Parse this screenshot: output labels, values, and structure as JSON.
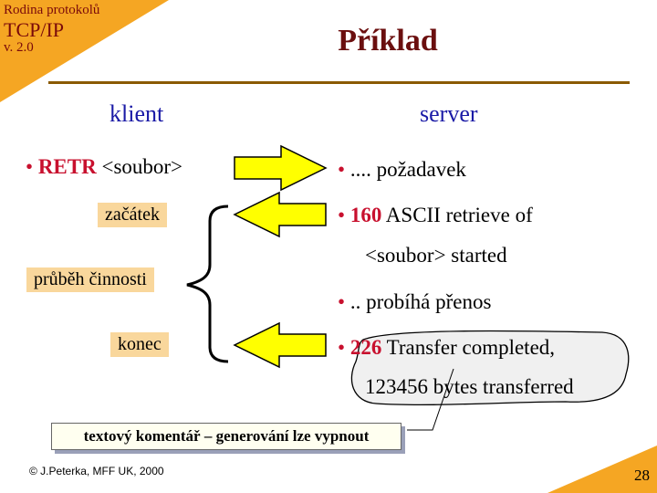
{
  "header": {
    "line1": "Rodina protokolů",
    "line2": "TCP/IP",
    "line3": "v. 2.0"
  },
  "title": "Příklad",
  "columns": {
    "left": "klient",
    "right": "server"
  },
  "client": {
    "bullet": "•",
    "cmd": "RETR",
    "arg": " <soubor>"
  },
  "labels": {
    "start": "začátek",
    "progress": "průběh činnosti",
    "end": "konec"
  },
  "server": {
    "bullet": "•",
    "line1": " .... požadavek",
    "line2_code": "160",
    "line2_text": " ASCII retrieve of",
    "line2b": "<soubor> started",
    "line3": ".. probíhá přenos",
    "line4_code": "226",
    "line4_text": " Transfer completed,",
    "line4b": "123456 bytes transferred"
  },
  "comment": "textový komentář – generování lze vypnout",
  "footer": "© J.Peterka, MFF UK, 2000",
  "page_number": "28",
  "colors": {
    "accent_orange": "#f5a623",
    "title_dark_red": "#6b0f0f",
    "code_red": "#c8102e",
    "heading_blue": "#1a1aa6",
    "arrow_yellow": "#ffff00",
    "label_bg": "#f9d79c"
  }
}
